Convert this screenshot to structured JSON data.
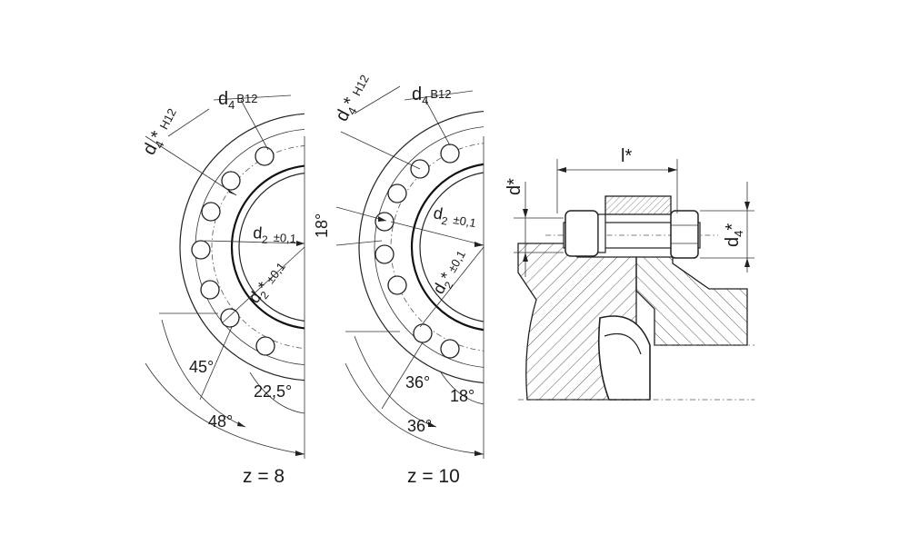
{
  "left_view": {
    "label_d4_star": "d",
    "label_d4_star_sub": "4",
    "label_d4_star_mark": "*",
    "label_d4_star_tol": "H12",
    "label_d4": "d",
    "label_d4_sub": "4",
    "label_d4_tol": "B12",
    "label_d2": "d",
    "label_d2_sub": "2",
    "label_d2_tol": "±0,1",
    "label_d2_star": "d",
    "label_d2_star_sub": "2",
    "label_d2_star_mark": "*",
    "label_d2_star_tol": "±0,1",
    "angle_a": "45°",
    "angle_b": "22,5°",
    "angle_c": "48°",
    "caption": "z = 8"
  },
  "middle_view": {
    "label_d4_star": "d",
    "label_d4_star_sub": "4",
    "label_d4_star_mark": "*",
    "label_d4_star_tol": "H12",
    "label_d4": "d",
    "label_d4_sub": "4",
    "label_d4_tol": "B12",
    "label_d2": "d",
    "label_d2_sub": "2",
    "label_d2_tol": "±0,1",
    "label_d2_star": "d",
    "label_d2_star_sub": "2",
    "label_d2_star_mark": "*",
    "label_d2_star_tol": "±0,1",
    "angle_top": "18°",
    "angle_a": "36°",
    "angle_b": "18°",
    "angle_c": "36°",
    "caption": "z = 10"
  },
  "section_view": {
    "label_l": "l*",
    "label_d_star": "d*",
    "label_d4": "d",
    "label_d4_sub": "4",
    "label_d4_mark": "*"
  }
}
